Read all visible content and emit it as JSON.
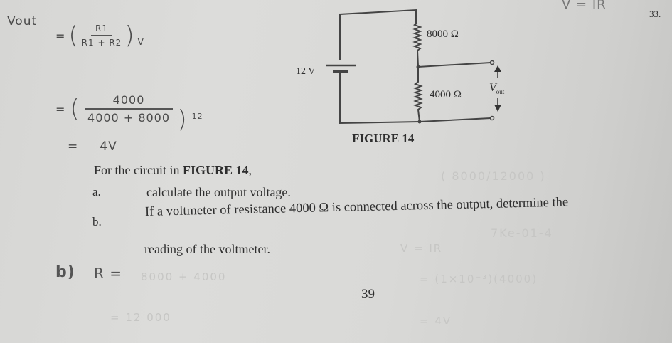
{
  "page": {
    "question_number": "33.",
    "page_number": "39"
  },
  "handwriting_top": {
    "label": "Vout",
    "line1": {
      "eq": "=",
      "numerator": "R1",
      "denominator": "R1 + R2",
      "suffix": "V"
    },
    "line2": {
      "eq": "=",
      "numerator": "4000",
      "denominator": "4000 + 8000",
      "suffix": "12"
    },
    "line3": {
      "eq": "=",
      "result": "4V"
    },
    "top_right_note": "V = IR"
  },
  "figure": {
    "caption": "FIGURE 14",
    "source_label": "12 V",
    "r_top": "8000 Ω",
    "r_bottom": "4000 Ω",
    "vout_label": "V",
    "vout_sub": "out"
  },
  "question": {
    "intro_prefix": "For the circuit in ",
    "intro_bold": "FIGURE 14",
    "intro_suffix": ",",
    "parts": [
      {
        "letter": "a.",
        "text": "calculate the output voltage."
      },
      {
        "letter": "b.",
        "text": "If a voltmeter of resistance 4000 Ω is connected across the output, determine the",
        "text2": "reading of the voltmeter."
      }
    ]
  },
  "handwriting_bottom": {
    "label": "b)",
    "r_line": "R =",
    "r_sum_faint": "8000 + 4000",
    "r_total_faint": "= 12 000",
    "v_ir_faint": "V = IR",
    "calc_faint": "= (1×10⁻³)(4000)",
    "result_faint": "= 4V",
    "faint_paren": "( 8000/12000 )",
    "faint_note": "7Ke-01-4"
  }
}
